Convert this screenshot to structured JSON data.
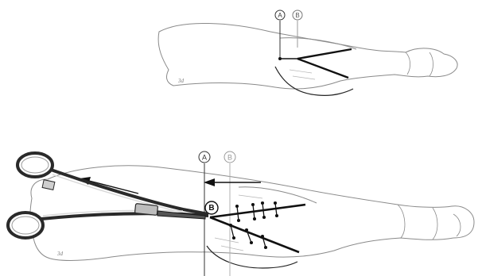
{
  "top_view": {
    "marker_a": "A",
    "marker_b": "B",
    "signature": "3d"
  },
  "bottom_view": {
    "marker_a": "A",
    "marker_b_faded": "B",
    "marker_b_inner": "B",
    "signature": "3d"
  },
  "colors": {
    "outline": "#8a8a8a",
    "line_dark": "#111111",
    "marker_faded": "#9a9a9a",
    "instrument": "#2a2a2a"
  }
}
